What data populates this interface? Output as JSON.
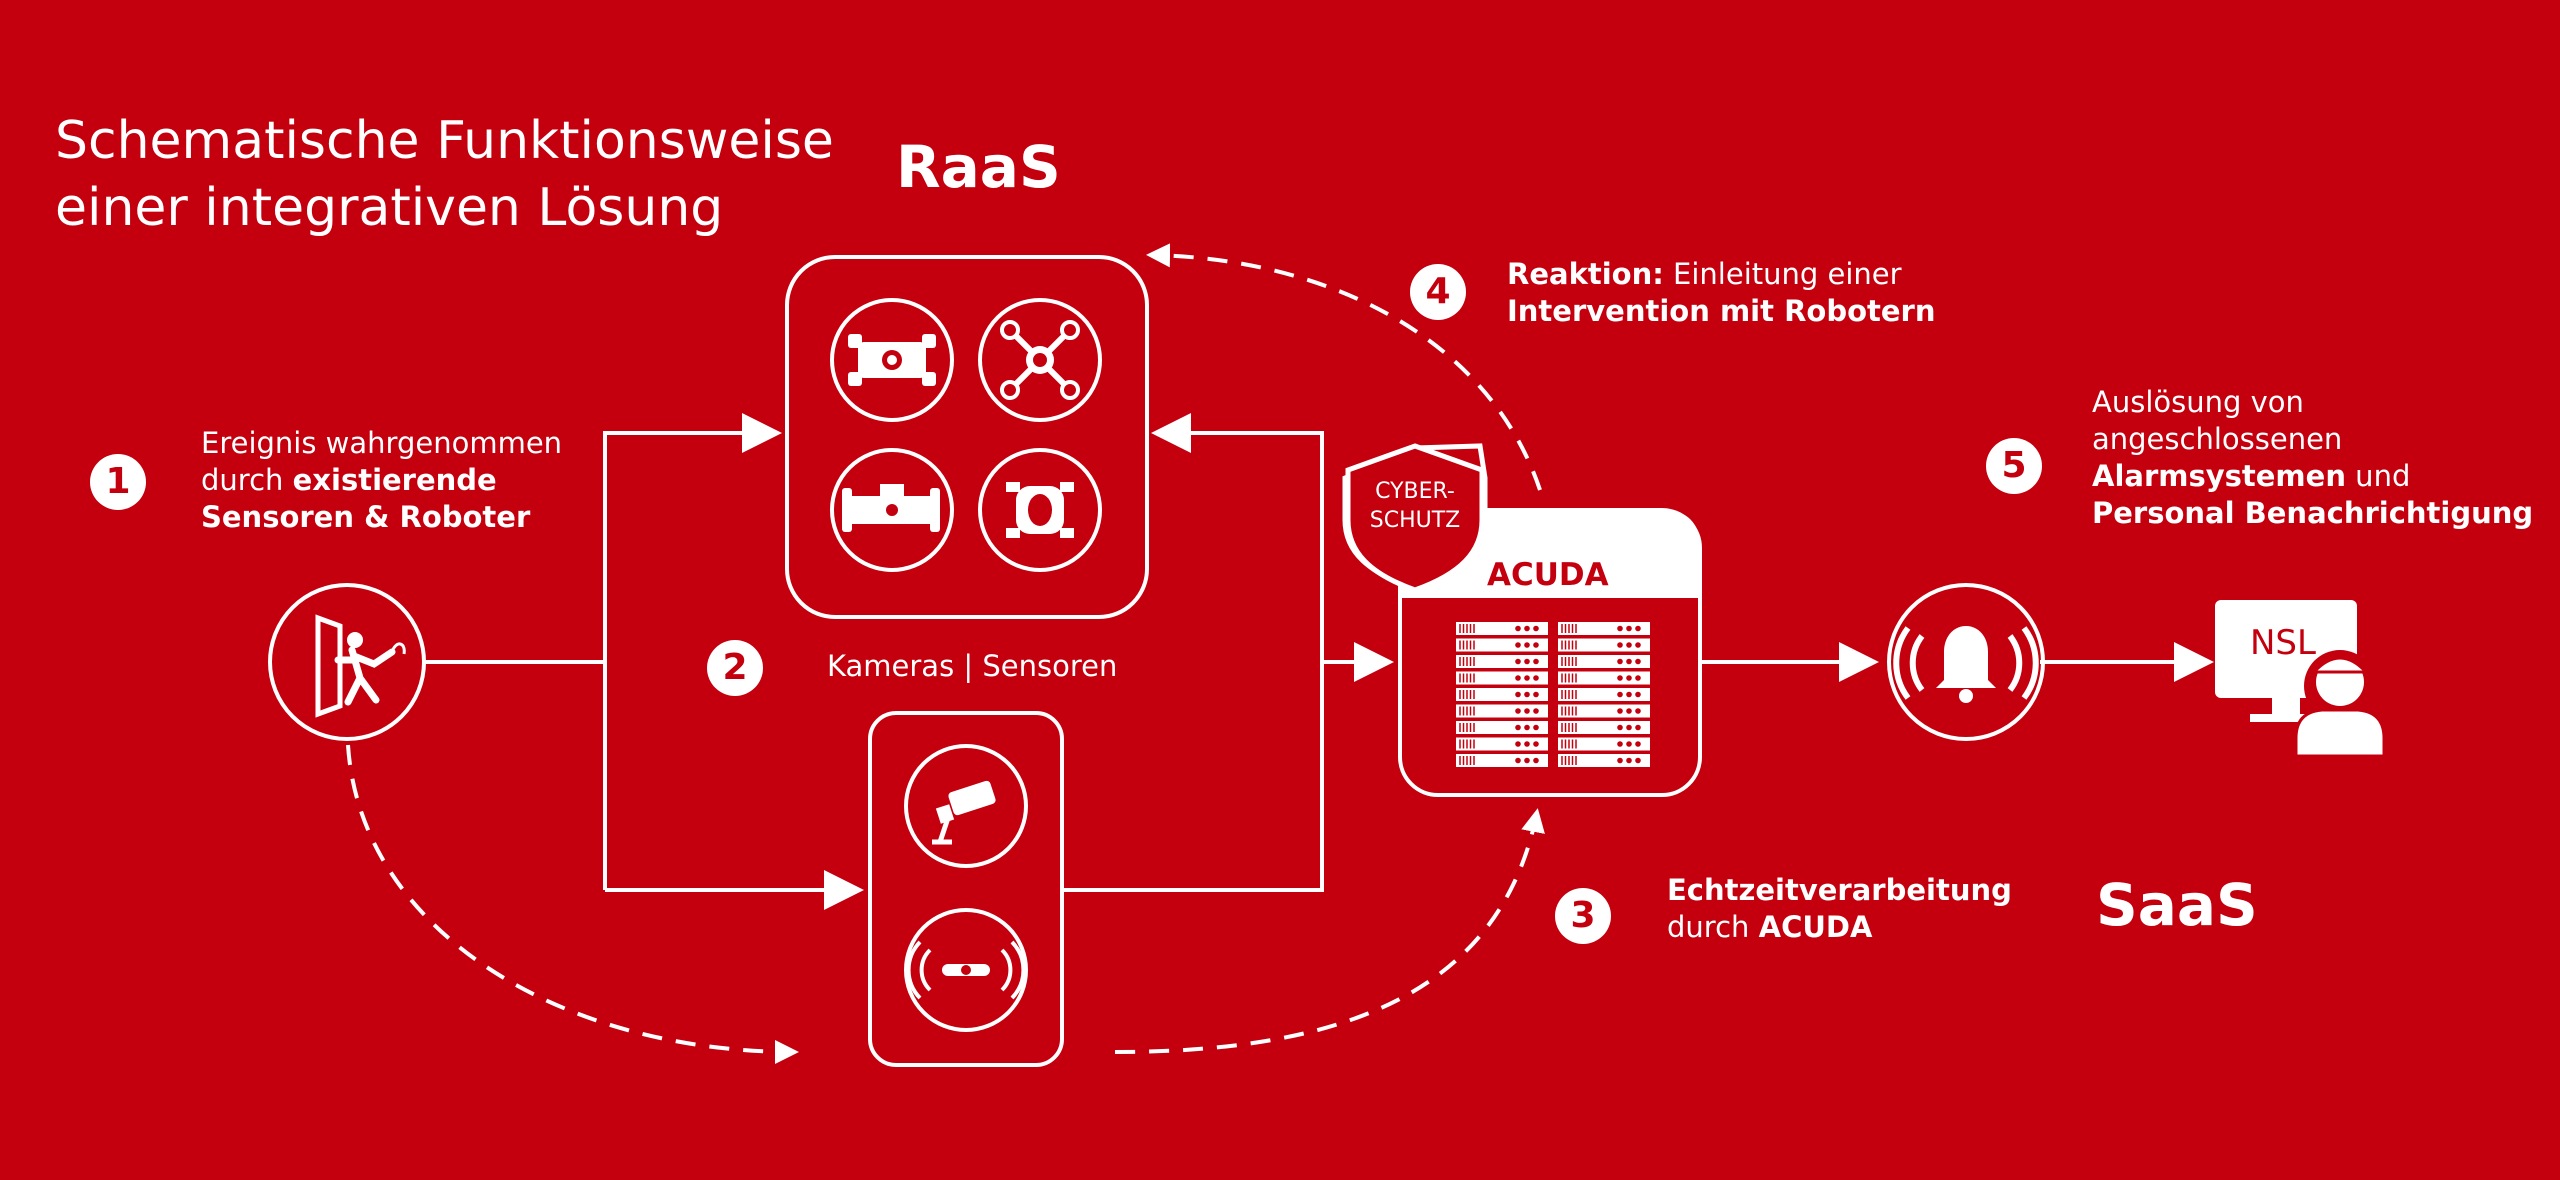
{
  "title": {
    "line1": "Schematische Funktionsweise",
    "line2": "einer integrativen Lösung"
  },
  "raas_label": "RaaS",
  "saas_label": "SaaS",
  "steps": [
    {
      "number": "1",
      "line1": "Ereignis wahrgenommen",
      "line2_normal": "durch ",
      "line2_bold": "existierende",
      "line3_bold": "Sensoren & Roboter"
    },
    {
      "number": "2",
      "text": "Kameras | Sensoren"
    },
    {
      "number": "3",
      "line1_bold": "Echtzeitverarbeitung",
      "line2_normal": "durch ",
      "line2_bold": "ACUDA"
    },
    {
      "number": "4",
      "line1_bold": "Reaktion:",
      "line1_normal": " Einleitung einer",
      "line2_bold": "Intervention mit Robotern"
    },
    {
      "number": "5",
      "line1": "Auslösung von",
      "line2": "angeschlossenen",
      "line3_bold": "Alarmsystemen",
      "line3_normal": " und",
      "line4_bold": "Personal Benachrichtigung"
    }
  ],
  "shield": {
    "line1": "CYBER-",
    "line2": "SCHUTZ"
  },
  "acuda_label": "ACUDA",
  "nsl_label": "NSL",
  "icons": {
    "intruder": "intruder-door-icon",
    "robot_car": "robot-car-icon",
    "drone": "drone-icon",
    "robot_tracked": "robot-tracked-icon",
    "robot_dog": "robot-dog-icon",
    "camera": "security-camera-icon",
    "sensor": "motion-sensor-icon",
    "alarm": "alarm-bell-icon",
    "operator": "operator-monitor-icon",
    "server": "server-rack-icon"
  },
  "colors": {
    "background": "#c4000f",
    "foreground": "#ffffff"
  }
}
